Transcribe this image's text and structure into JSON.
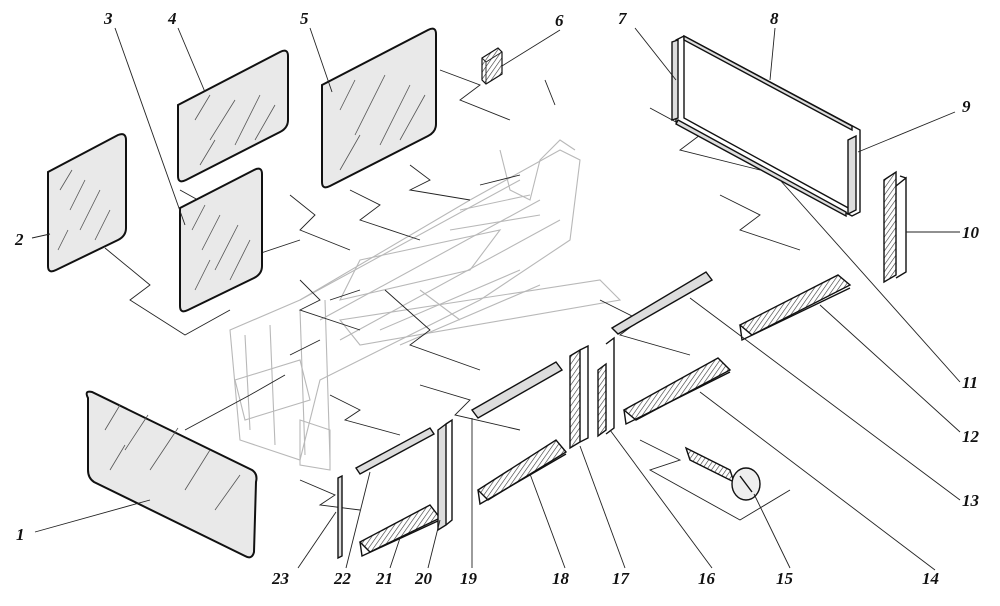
{
  "diagram": {
    "callouts": [
      {
        "label": "1"
      },
      {
        "label": "2"
      },
      {
        "label": "3"
      },
      {
        "label": "4"
      },
      {
        "label": "5"
      },
      {
        "label": "6"
      },
      {
        "label": "7"
      },
      {
        "label": "8"
      },
      {
        "label": "9"
      },
      {
        "label": "10"
      },
      {
        "label": "11"
      },
      {
        "label": "12"
      },
      {
        "label": "13"
      },
      {
        "label": "14"
      },
      {
        "label": "15"
      },
      {
        "label": "16"
      },
      {
        "label": "17"
      },
      {
        "label": "18"
      },
      {
        "label": "19"
      },
      {
        "label": "20"
      },
      {
        "label": "21"
      },
      {
        "label": "22"
      },
      {
        "label": "23"
      }
    ]
  }
}
